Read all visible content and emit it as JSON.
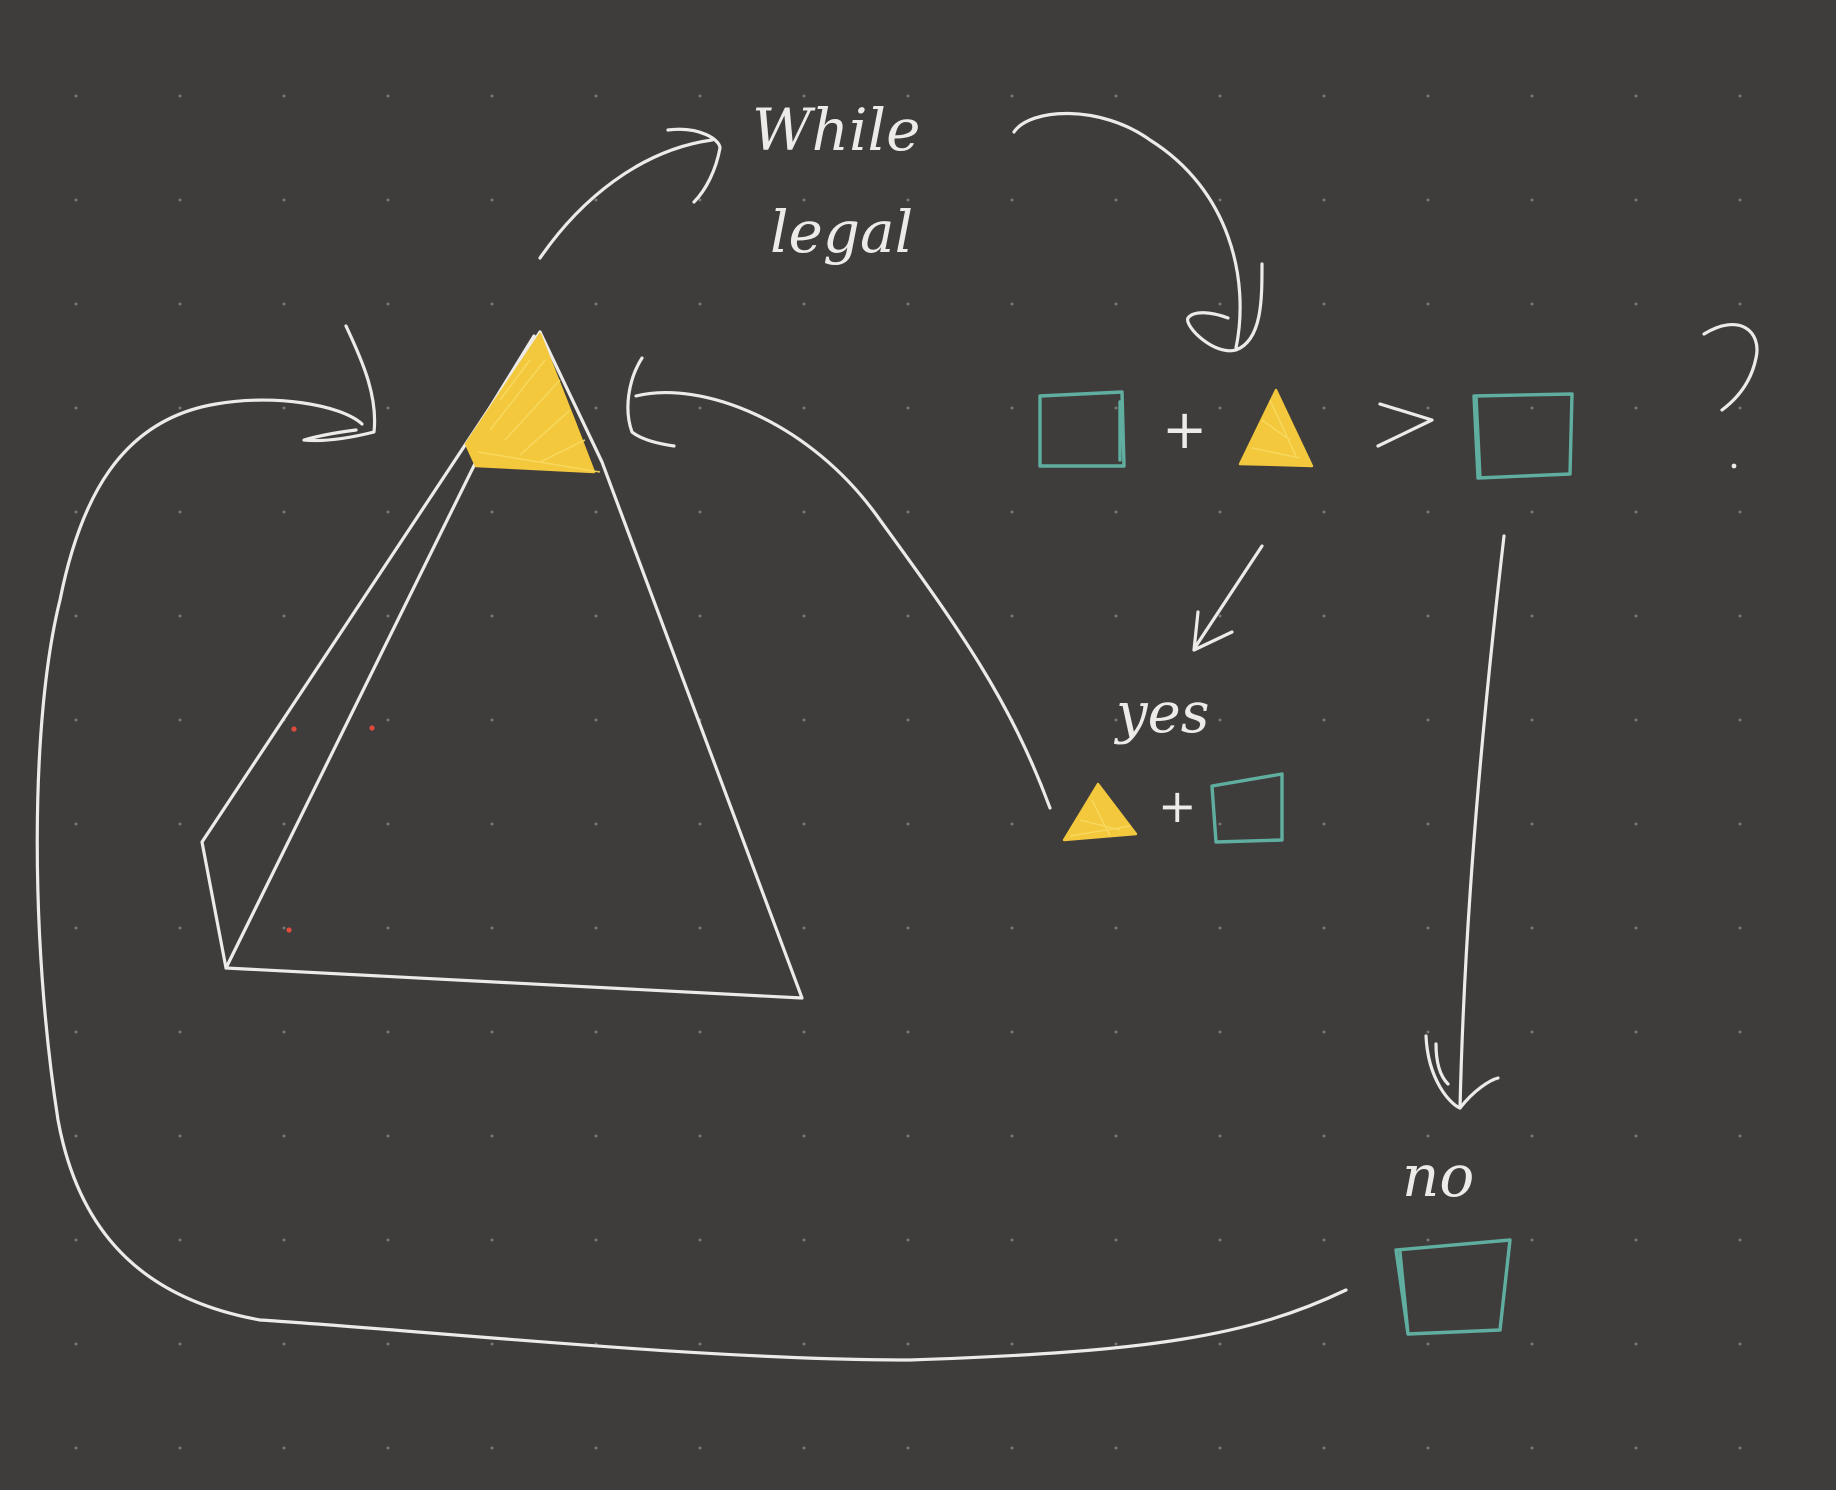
{
  "labels": {
    "while_line1": "While",
    "while_line2": "legal",
    "yes": "yes",
    "no": "no",
    "plus_top": "+",
    "greater": ">",
    "question": "?",
    "plus_yes": "+"
  },
  "colors": {
    "background": "#3f3d3c",
    "ink": "#ecebe8",
    "square": "#5fae9f",
    "triangle": "#f3c83c",
    "red_dot": "#e04a3c"
  },
  "icons": [
    "square",
    "triangle",
    "pyramid"
  ]
}
